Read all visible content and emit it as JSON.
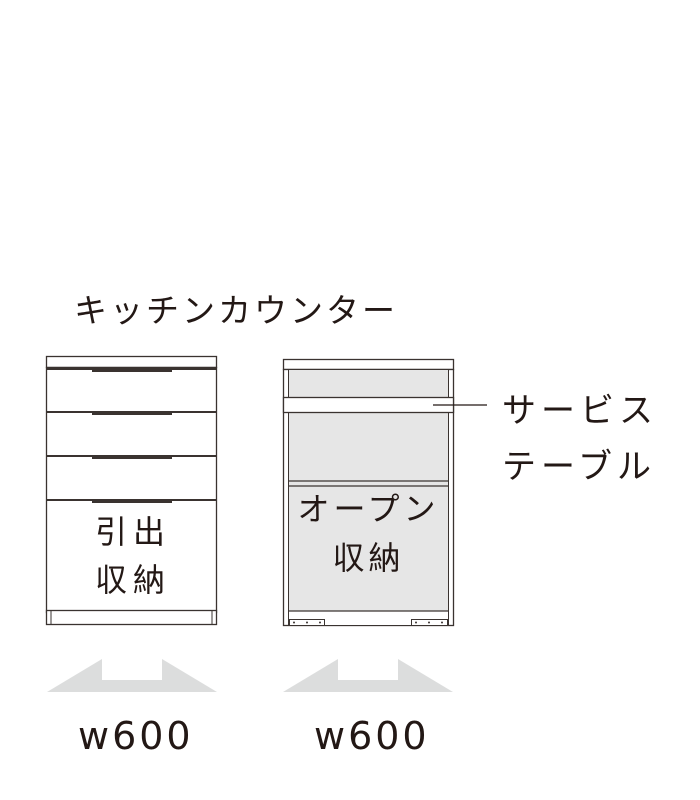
{
  "title": "キッチンカウンター",
  "units": [
    {
      "id": "drawer-unit",
      "label_line1": "引出",
      "label_line2": "収納",
      "width_label": "w600",
      "drawers": 4
    },
    {
      "id": "open-unit",
      "label_line1": "オープン",
      "label_line2": "収納",
      "width_label": "w600",
      "callout_line1": "サービス",
      "callout_line2": "テーブル"
    }
  ],
  "colors": {
    "line": "#231815",
    "fill_open": "#e6e6e6",
    "arrow": "#dcdddd"
  }
}
